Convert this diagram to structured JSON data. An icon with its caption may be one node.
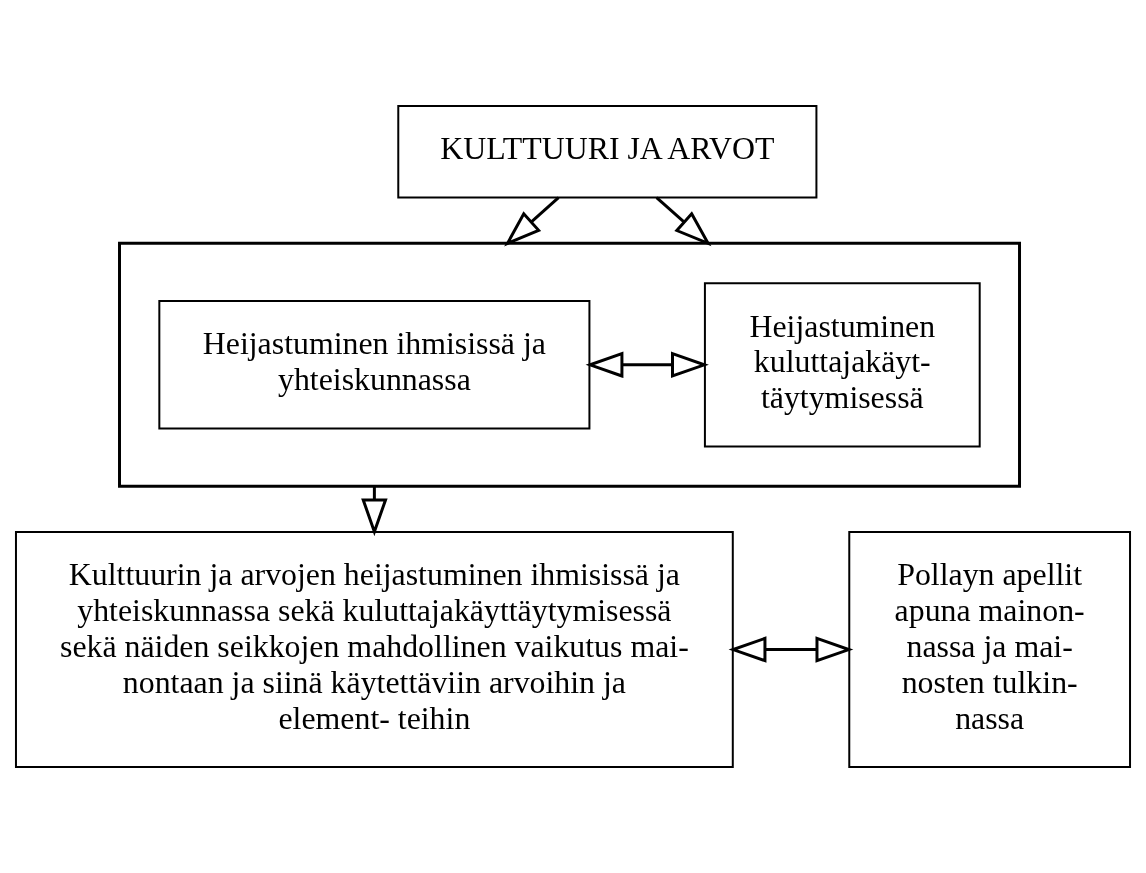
{
  "diagram": {
    "nodes": [
      {
        "text": [
          "KULTTUURI JA ARVOT"
        ]
      },
      {
        "text": [],
        "shape": "box"
      },
      {
        "text": [
          "Heijastuminen ihmisissä ja yhteiskunnassa"
        ],
        "in": 1
      },
      {
        "text": [
          "Heijastuminen kuluttajakäyt- täytymisessä"
        ],
        "in": 1
      },
      {
        "text": [
          "Kulttuurin ja arvojen heijastuminen ihmisissä ja yhteiskunnassa sekä kuluttajakäyttäytymisessä sekä näiden seikkojen mahdollinen vaikutus mai- nontaan ja siinä käytettäviin arvoihin ja element- teihin"
        ]
      },
      {
        "text": [
          "Pollayn apellit apuna mainon- nassa ja mai- nosten tulkin- nassa"
        ]
      }
    ],
    "edges": [
      {
        "from": 0,
        "to": 1,
        "arrow": "to"
      },
      {
        "from": 0,
        "to": 1,
        "arrow": "to"
      },
      {
        "from": 2,
        "to": 3,
        "arrow": "both"
      },
      {
        "from": 1,
        "to": 4,
        "arrow": "to"
      },
      {
        "from": 4,
        "to": 5,
        "arrow": "both"
      }
    ]
  }
}
